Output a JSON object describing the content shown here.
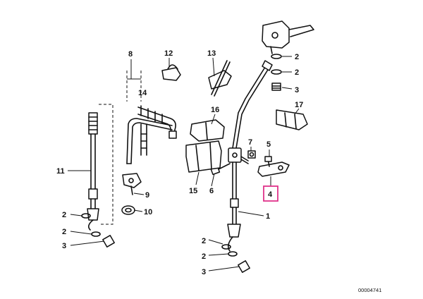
{
  "callouts": {
    "c2a": "2",
    "c2b": "2",
    "c3a": "3",
    "c17": "17",
    "c8": "8",
    "c12": "12",
    "c13": "13",
    "c14": "14",
    "c16": "16",
    "c7": "7",
    "c5": "5",
    "c4": "4",
    "c11": "11",
    "c9": "9",
    "c10": "10",
    "c15": "15",
    "c6": "6",
    "c1": "1",
    "c2c": "2",
    "c2d": "2",
    "c3b": "3",
    "c2e": "2",
    "c2f": "2",
    "c3c": "3"
  },
  "highlight_color": "#e0338a",
  "diagram_ref": "00004741"
}
